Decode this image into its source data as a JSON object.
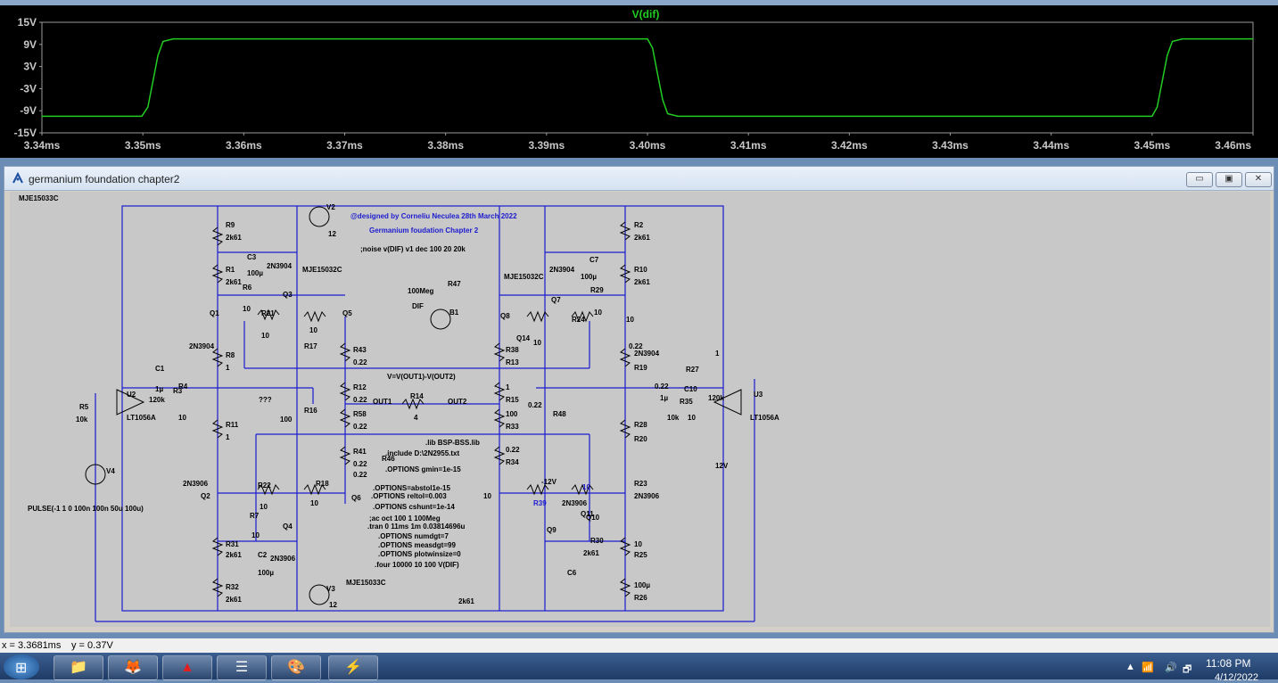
{
  "waveform": {
    "trace_name": "V(dif)",
    "trace_color": "#22cc22",
    "y_ticks": [
      "15V",
      "9V",
      "3V",
      "-3V",
      "-9V",
      "-15V"
    ],
    "x_ticks": [
      "3.34ms",
      "3.35ms",
      "3.36ms",
      "3.37ms",
      "3.38ms",
      "3.39ms",
      "3.40ms",
      "3.41ms",
      "3.42ms",
      "3.43ms",
      "3.44ms",
      "3.45ms",
      "3.46ms"
    ]
  },
  "chart_data": {
    "type": "line",
    "title": "V(dif)",
    "xlabel": "",
    "ylabel": "",
    "xlim": [
      3.34,
      3.46
    ],
    "ylim": [
      -15,
      15
    ],
    "grid": false,
    "series": [
      {
        "name": "V(dif)",
        "color": "#22cc22",
        "x": [
          3.34,
          3.3499,
          3.3505,
          3.351,
          3.3515,
          3.352,
          3.353,
          3.4,
          3.4005,
          3.401,
          3.4015,
          3.402,
          3.403,
          3.45,
          3.4505,
          3.451,
          3.4515,
          3.452,
          3.453,
          3.46
        ],
        "y": [
          -10.5,
          -10.5,
          -8.0,
          -1.0,
          6.0,
          9.8,
          10.5,
          10.5,
          8.0,
          1.0,
          -6.0,
          -9.8,
          -10.5,
          -10.5,
          -8.0,
          -1.0,
          6.0,
          9.8,
          10.5,
          10.5
        ]
      }
    ]
  },
  "schematic_window": {
    "title": "germanium foundation chapter2",
    "buttons": [
      "▭",
      "▣",
      "✕"
    ]
  },
  "schematic": {
    "labels": [
      "V2",
      "12",
      "@designed by Corneliu Neculea 28th March 2022",
      "Germanium foudation Chapter 2",
      ";noise v(DIF) v1 dec 100 20 20k",
      "R9",
      "2k61",
      "C3",
      "100µ",
      "2N3904",
      "MJE15032C",
      "R1",
      "2k61",
      "R6",
      "10",
      "Q3",
      "Q1",
      "R21",
      "10",
      "R17",
      "10",
      "Q5",
      "2N3904",
      "R8",
      "1",
      "R43",
      "0.22",
      "C1",
      "R4",
      "1µ",
      "120k",
      "U2",
      "R3",
      "10",
      "R5",
      "10k",
      "LT1056A",
      "???",
      "100",
      "R16",
      "R12",
      "0.22",
      "R58",
      "0.22",
      "OUT1",
      "R14",
      "4",
      "OUT2",
      "R11",
      "1",
      "R41",
      "0.22",
      "R46",
      "0.22",
      "V4",
      "2N3906",
      "Q2",
      "R22",
      "10",
      "R18",
      "10",
      "Q6",
      "R7",
      "10",
      "Q4",
      "R31",
      "2k61",
      "C2",
      "100µ",
      "2N3906",
      "R32",
      "2k61",
      "V3",
      "12",
      "MJE15033C",
      "PULSE(-1 1 0 100n 100n 50u 100u)",
      "R47",
      "100Meg",
      "DIF",
      "B1",
      "V=V(OUT1)-V(OUT2)",
      ".lib BSP-BSS.lib",
      ".include D:\\2N2955.txt",
      ".OPTIONS gmin=1e-15",
      ".OPTIONS=abstol1e-15",
      ".OPTIONS reltol=0.003",
      ".OPTIONS cshunt=1e-14",
      ";ac oct 100 1 100Meg",
      ".tran 0 11ms 1m 0.03814696u",
      ".OPTIONS numdgt=7",
      ".OPTIONS measdgt=99",
      ".OPTIONS plotwinsize=0",
      ".four 10000 10 100 V(DIF)",
      "R2",
      "2k61",
      "C7",
      "100µ",
      "R10",
      "2k61",
      "MJE15032C",
      "2N3904",
      "Q7",
      "R29",
      "10",
      "Q8",
      "R24",
      "10",
      "Q14",
      "10",
      "R38",
      "R13",
      "0.22",
      "2N3904",
      "R19",
      "1",
      "R15",
      "0.22",
      "R48",
      "100",
      "R33",
      "0.22",
      "R34",
      "0.22",
      "R27",
      "C10",
      "1µ",
      "R35",
      "120k",
      "U3",
      "10k",
      "10",
      "LT1056A",
      "R28",
      "R20",
      "1",
      "12V",
      "-12V",
      "R39",
      "10",
      "R23",
      "2N3906",
      "2N3906",
      "Q11",
      "10",
      "Q9",
      "Q10",
      "R30",
      "10",
      "R25",
      "2k61",
      "C6",
      "100µ",
      "R26",
      "2k61",
      "MJE15033C"
    ]
  },
  "status": {
    "x_readout": "x = 3.3681ms",
    "y_readout": "y = 0.37V"
  },
  "taskbar": {
    "clock_time": "11:08 PM",
    "clock_date": "4/12/2022"
  }
}
